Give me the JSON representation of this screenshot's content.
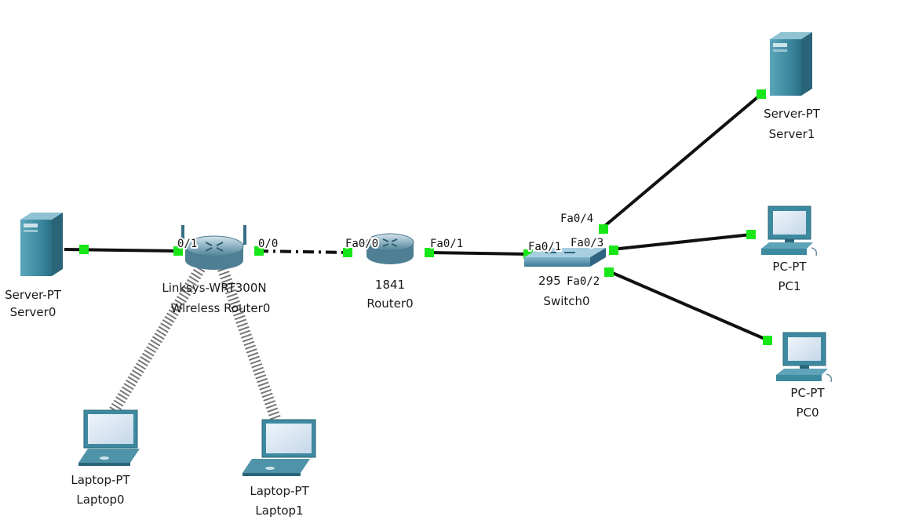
{
  "colors": {
    "link": "#111111",
    "port_up": "#19e619",
    "wireless": "#6b6b6b",
    "device_teal": "#3d8aa0",
    "screen_light": "#d9e6f2",
    "background": "#ffffff"
  },
  "devices": {
    "server0": {
      "model": "Server-PT",
      "name": "Server0",
      "icon": "server-icon"
    },
    "server1": {
      "model": "Server-PT",
      "name": "Server1",
      "icon": "server-icon"
    },
    "wrouter": {
      "model": "Linksys-WRT300N",
      "name": "Wireless Router0",
      "icon": "wireless-router-icon"
    },
    "router0": {
      "model": "1841",
      "name": "Router0",
      "icon": "router-icon"
    },
    "switch0": {
      "model": "295",
      "name": "Switch0",
      "icon": "switch-icon"
    },
    "pc1": {
      "model": "PC-PT",
      "name": "PC1",
      "icon": "pc-icon"
    },
    "pc0": {
      "model": "PC-PT",
      "name": "PC0",
      "icon": "pc-icon"
    },
    "laptop0": {
      "model": "Laptop-PT",
      "name": "Laptop0",
      "icon": "laptop-icon"
    },
    "laptop1": {
      "model": "Laptop-PT",
      "name": "Laptop1",
      "icon": "laptop-icon"
    }
  },
  "ports": {
    "wr_lan": "0/1",
    "wr_inet": "0/0",
    "r0_fa00": "Fa0/0",
    "r0_fa01": "Fa0/1",
    "sw_fa01": "Fa0/1",
    "sw_fa02": "Fa0/2",
    "sw_fa03": "Fa0/3",
    "sw_fa04": "Fa0/4"
  },
  "links": [
    {
      "from": "Server0",
      "to": "Wireless Router0",
      "type": "copper-straight"
    },
    {
      "from": "Wireless Router0",
      "to": "Router0",
      "type": "copper-cross"
    },
    {
      "from": "Router0",
      "to": "Switch0",
      "type": "copper-straight"
    },
    {
      "from": "Switch0",
      "to": "Server1",
      "type": "copper-straight"
    },
    {
      "from": "Switch0",
      "to": "PC1",
      "type": "copper-straight"
    },
    {
      "from": "Switch0",
      "to": "PC0",
      "type": "copper-straight"
    },
    {
      "from": "Wireless Router0",
      "to": "Laptop0",
      "type": "wireless"
    },
    {
      "from": "Wireless Router0",
      "to": "Laptop1",
      "type": "wireless"
    }
  ]
}
